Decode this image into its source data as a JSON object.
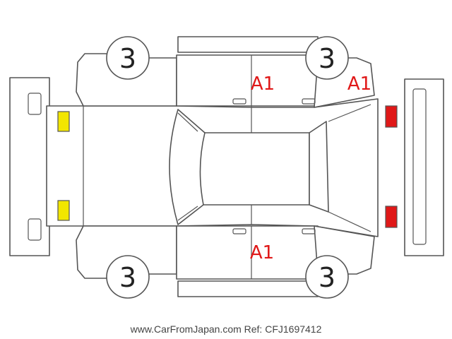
{
  "colors": {
    "outline": "#555555",
    "tire_label": "#222222",
    "damage_code": "#e01818",
    "front_lights": "#f2e600",
    "rear_lights": "#e01818"
  },
  "labels": {
    "tire_front_left": "3",
    "tire_front_right": "3",
    "tire_rear_left": "3",
    "tire_rear_right": "3",
    "code_top_door": "A1",
    "code_top_rear": "A1",
    "code_bottom_door": "A1"
  },
  "footer": "www.CarFromJapan.com Ref: CFJ1697412"
}
